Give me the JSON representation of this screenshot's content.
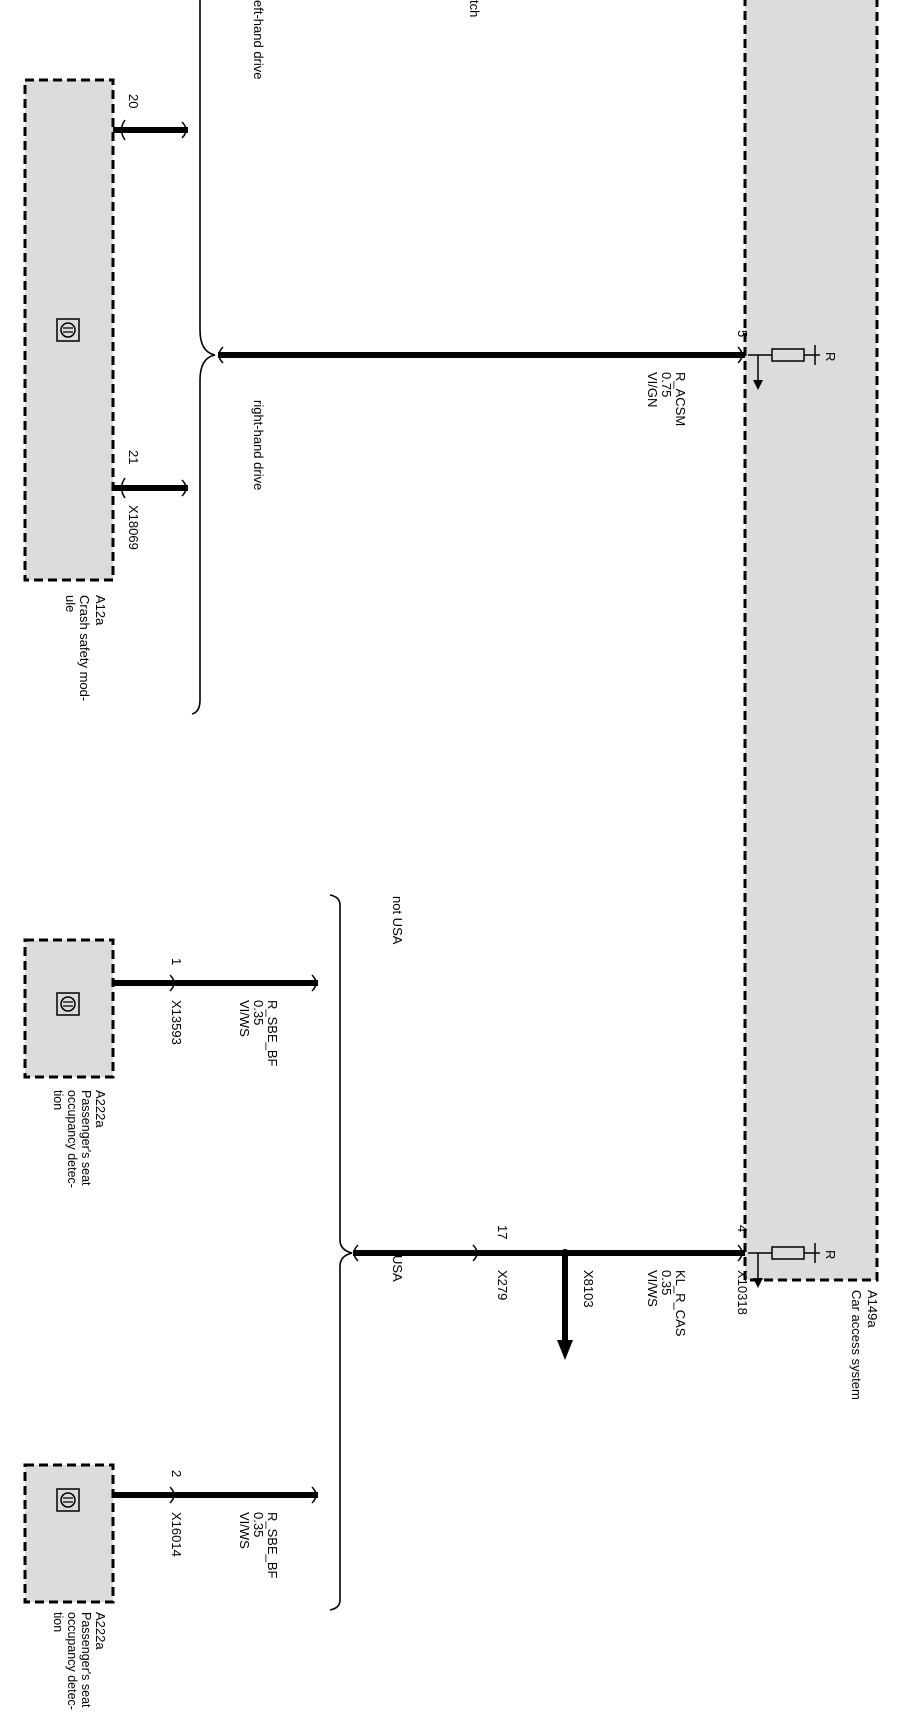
{
  "modules": {
    "car_access": {
      "id": "A149a",
      "name": "Car access system"
    },
    "crash_safety": {
      "id": "A12a",
      "name_line1": "Crash safety mod-",
      "name_line2": "ule",
      "connector": "X18069",
      "pin_a": "20",
      "pin_b": "21"
    },
    "pass_seat_1": {
      "id": "A222a",
      "name_line1": "Passenger's seat",
      "name_line2": "occupancy detec-",
      "name_line3": "tion",
      "connector": "X13593",
      "pin": "1"
    },
    "pass_seat_2": {
      "id": "A222a",
      "name_line1": "Passenger's seat",
      "name_line2": "occupancy detec-",
      "name_line3": "tion",
      "connector": "X16014",
      "pin": "2"
    }
  },
  "variants": {
    "top_cut_1": "eft-hand drive",
    "top_cut_2": "tch",
    "right_hand_drive": "right-hand drive",
    "not_usa": "not USA",
    "usa": "USA"
  },
  "wires": {
    "r_acsm": {
      "name": "R_ACSM",
      "size": "0.75",
      "color": "VI/GN",
      "pin": "5"
    },
    "kl_r_cas": {
      "name": "KL_R_CAS",
      "size": "0.35",
      "color": "VI/WS",
      "pin": "4",
      "connector": "X10318"
    },
    "r_sbe_bf_1": {
      "name": "R_SBE_BF",
      "size": "0.35",
      "color": "VI/WS"
    },
    "r_sbe_bf_2": {
      "name": "R_SBE_BF",
      "size": "0.35",
      "color": "VI/WS"
    }
  },
  "connectors": {
    "x279": {
      "name": "X279",
      "pin": "17"
    },
    "x8103": {
      "name": "X8103"
    }
  },
  "resistor_label": "R"
}
